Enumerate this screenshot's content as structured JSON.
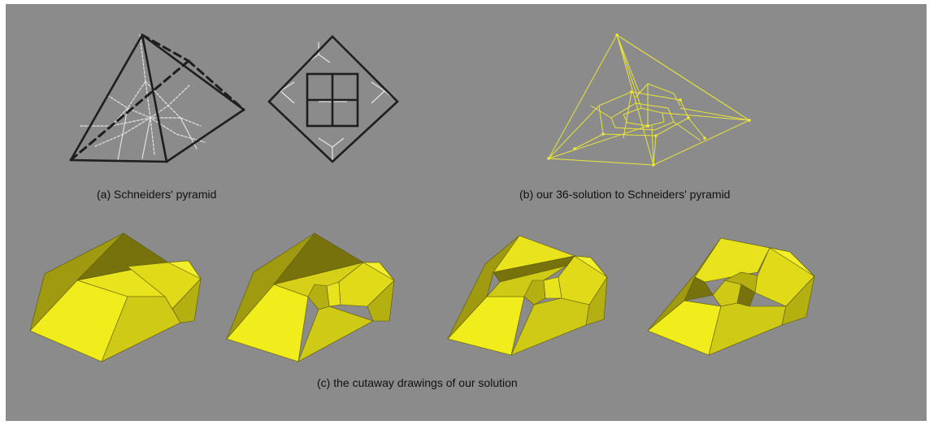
{
  "captions": {
    "a": "(a) Schneiders' pyramid",
    "b": "(b) our 36-solution to Schneiders' pyramid",
    "c": "(c) the cutaway drawings of our solution"
  },
  "colors": {
    "background": "#8b8b8b",
    "line_dark": "#1e1e1e",
    "line_light": "#e0e0e0",
    "wire_yellow": "#e8e43a",
    "face_bright": "#f1ec1c",
    "face_mid": "#cfca16",
    "face_dark": "#77720c"
  }
}
